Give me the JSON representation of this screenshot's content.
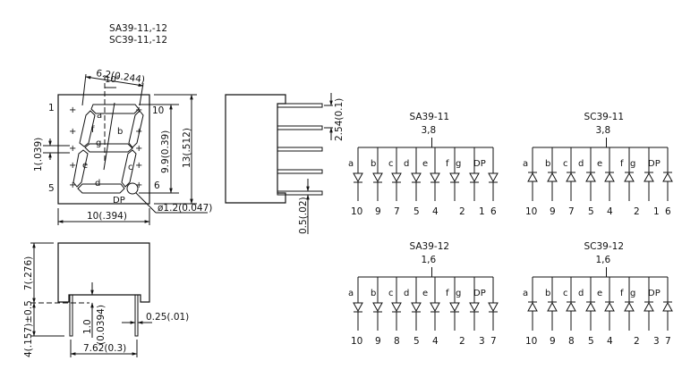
{
  "title": {
    "line1": "SA39-11,-12",
    "line2": "SC39-11,-12"
  },
  "front_view": {
    "pin_labels": {
      "pin1": "1",
      "pin5": "5",
      "pin10": "10",
      "pin6": "6"
    },
    "segment_labels": [
      "a",
      "b",
      "c",
      "d",
      "e",
      "f",
      "g",
      "DP"
    ],
    "dims": {
      "digit_width": "6.2(0.244)",
      "slant_angle": "10°",
      "segment_thickness": "1(.039)",
      "digit_height": "9.9(0.39)",
      "body_height": "13(.512)",
      "body_width": "10(.394)",
      "dp_diameter": "ø1.2(0.047)"
    }
  },
  "side_view": {
    "dims": {
      "pin_pitch": "2.54(0.1)",
      "pin_thickness": "0.5(.02)"
    }
  },
  "bottom_view": {
    "dims": {
      "body_depth": "7(.276)",
      "pin_length": "4(.157)±0.5",
      "standoff": "1.0",
      "standoff_in": "(0.0394)",
      "pin_width": "0.25(.01)",
      "row_spacing": "7.62(0.3)"
    }
  },
  "schematics": [
    {
      "model": "SA39-11",
      "common_pins": "3,8",
      "type": "common-anode",
      "segments": [
        "a",
        "b",
        "c",
        "d",
        "e",
        "f",
        "g",
        "DP"
      ],
      "pins": [
        "10",
        "9",
        "7",
        "5",
        "4",
        "2",
        "1",
        "6"
      ]
    },
    {
      "model": "SC39-11",
      "common_pins": "3,8",
      "type": "common-cathode",
      "segments": [
        "a",
        "b",
        "c",
        "d",
        "e",
        "f",
        "g",
        "DP"
      ],
      "pins": [
        "10",
        "9",
        "7",
        "5",
        "4",
        "2",
        "1",
        "6"
      ]
    },
    {
      "model": "SA39-12",
      "common_pins": "1,6",
      "type": "common-anode",
      "segments": [
        "a",
        "b",
        "c",
        "d",
        "e",
        "f",
        "g",
        "DP"
      ],
      "pins": [
        "10",
        "9",
        "8",
        "5",
        "4",
        "2",
        "3",
        "7"
      ]
    },
    {
      "model": "SC39-12",
      "common_pins": "1,6",
      "type": "common-cathode",
      "segments": [
        "a",
        "b",
        "c",
        "d",
        "e",
        "f",
        "g",
        "DP"
      ],
      "pins": [
        "10",
        "9",
        "8",
        "5",
        "4",
        "2",
        "3",
        "7"
      ]
    }
  ]
}
